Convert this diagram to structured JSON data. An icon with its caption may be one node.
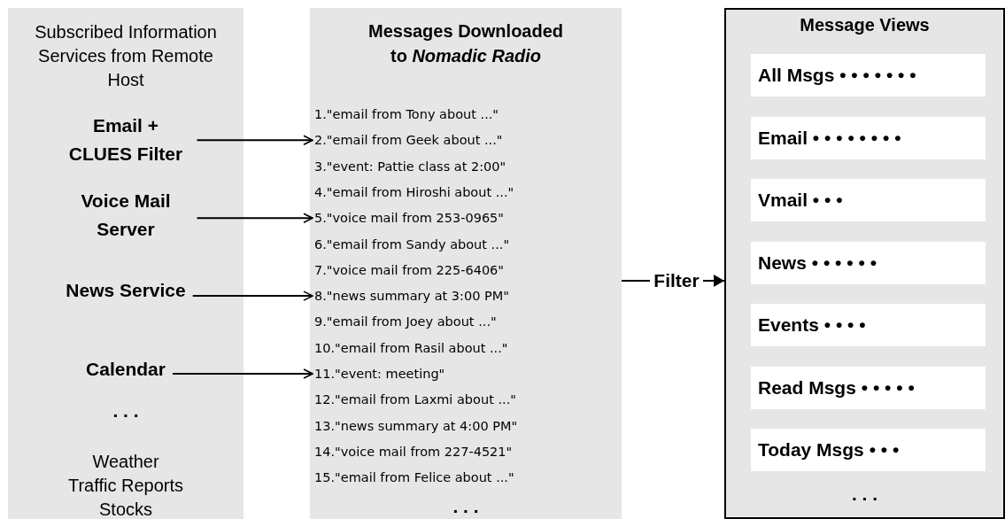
{
  "diagram": {
    "nodes": [
      {
        "text": [
          "Subscribed Information Services from Remote Host",
          ". . .",
          "Weather",
          "Traffic Reports",
          "Stocks"
        ]
      },
      {
        "text": [
          "Email + CLUES Filter"
        ],
        "in": 0
      },
      {
        "text": [
          "Voice Mail Server"
        ],
        "in": 0
      },
      {
        "text": [
          "News Service"
        ],
        "in": 0
      },
      {
        "text": [
          "Calendar"
        ],
        "in": 0
      },
      {
        "text": [
          "Messages Downloaded to *Nomadic Radio*",
          ". . ."
        ]
      },
      {
        "text": [
          "1.\"email from Tony about ...\""
        ],
        "in": 5
      },
      {
        "text": [
          "2.\"email from Geek about ...\""
        ],
        "in": 5
      },
      {
        "text": [
          "3.\"event: Pattie class at 2:00\""
        ],
        "in": 5
      },
      {
        "text": [
          "4.\"email from Hiroshi about ...\""
        ],
        "in": 5
      },
      {
        "text": [
          "5.\"voice mail from 253-0965\""
        ],
        "in": 5
      },
      {
        "text": [
          "6.\"email from Sandy about ...\""
        ],
        "in": 5
      },
      {
        "text": [
          "7.\"voice mail from 225-6406\""
        ],
        "in": 5
      },
      {
        "text": [
          "8.\"news summary at 3:00 PM\""
        ],
        "in": 5
      },
      {
        "text": [
          "9.\"email from Joey about ...\""
        ],
        "in": 5
      },
      {
        "text": [
          "10.\"email from Rasil about ...\""
        ],
        "in": 5
      },
      {
        "text": [
          "11.\"event: meeting\""
        ],
        "in": 5
      },
      {
        "text": [
          "12.\"email from Laxmi about ...\""
        ],
        "in": 5
      },
      {
        "text": [
          "13.\"news summary at 4:00 PM\""
        ],
        "in": 5
      },
      {
        "text": [
          "14.\"voice mail from 227-4521\""
        ],
        "in": 5
      },
      {
        "text": [
          "15.\"email from Felice about ...\""
        ],
        "in": 5
      },
      {
        "text": [
          "Message Views",
          ". . ."
        ]
      },
      {
        "text": [
          "All Msgs • • • • • • •"
        ],
        "in": 21
      },
      {
        "text": [
          "Email • • • • • • • •"
        ],
        "in": 21
      },
      {
        "text": [
          "Vmail • • •"
        ],
        "in": 21
      },
      {
        "text": [
          "News • • • • • •"
        ],
        "in": 21
      },
      {
        "text": [
          "Events • • • •"
        ],
        "in": 21
      },
      {
        "text": [
          "Read Msgs • • • • •"
        ],
        "in": 21
      },
      {
        "text": [
          "Today Msgs • • •"
        ],
        "in": 21
      }
    ],
    "edges": [
      {
        "from": 1,
        "to": 7,
        "arrow": "to"
      },
      {
        "from": 2,
        "to": 10,
        "arrow": "to"
      },
      {
        "from": 3,
        "to": 13,
        "arrow": "to"
      },
      {
        "from": 4,
        "to": 16,
        "arrow": "to"
      },
      {
        "from": 5,
        "to": 21,
        "arrow": "to",
        "label": "Filter"
      }
    ]
  }
}
